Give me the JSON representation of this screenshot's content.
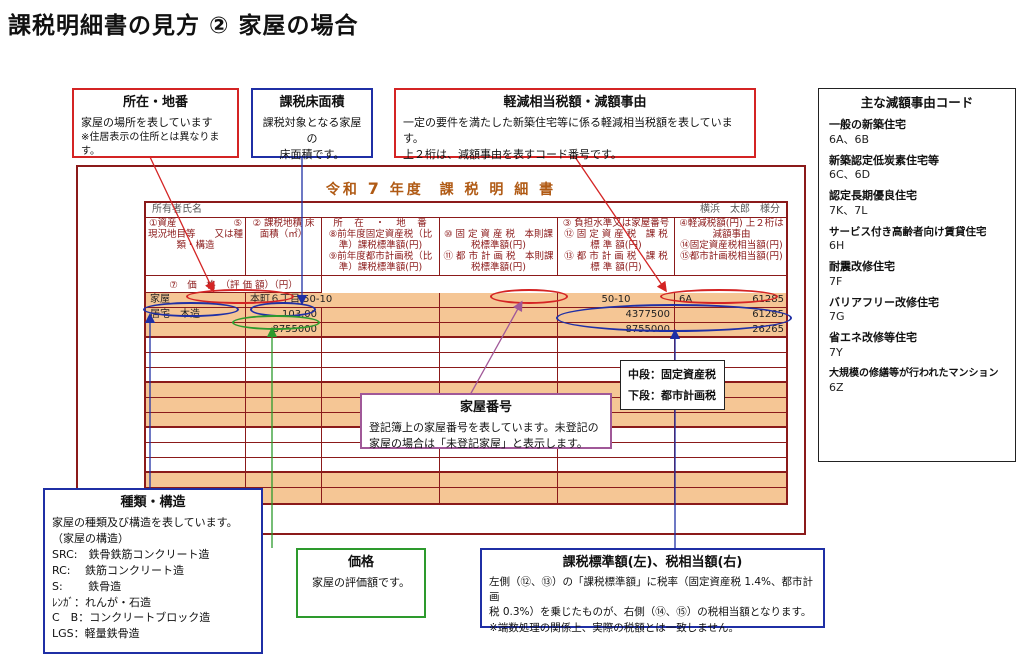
{
  "title": "課税明細書の見方 ② 家屋の場合",
  "callouts": {
    "location": {
      "title": "所在・地番",
      "text": "家屋の場所を表しています",
      "note": "※住居表示の住所とは異なります。"
    },
    "floor": {
      "title": "課税床面積",
      "line1": "課税対象となる家屋の",
      "line2": "床面積です。"
    },
    "reduction": {
      "title": "軽減相当税額・減額事由",
      "line1": "一定の要件を満たした新築住宅等に係る軽減相当税額を表しています。",
      "line2": "上２桁は、減額事由を表すコード番号です。"
    },
    "house_number": {
      "title": "家屋番号",
      "line1": "登記簿上の家屋番号を表しています。未登記の",
      "line2": "家屋の場合は「未登記家屋」と表示します。"
    },
    "layer": {
      "middle": "中段：固定資産税",
      "lower": "下段：都市計画税"
    },
    "structure": {
      "title": "種類・構造",
      "line1": "家屋の種類及び構造を表しています。",
      "line2": "（家屋の構造）",
      "items": [
        "SRC:　鉄骨鉄筋コンクリート造",
        "RC:　 鉄筋コンクリート造",
        "S:　　 鉄骨造",
        "ﾚﾝｶﾞ：れんが・石造",
        "C　B：コンクリートブロック造",
        "LGS：軽量鉄骨造"
      ]
    },
    "price": {
      "title": "価格",
      "text": "家屋の評価額です。"
    },
    "standard": {
      "title": "課税標準額(左)、税相当額(右)",
      "line1": "左側（⑫、⑬）の「課税標準額」に税率（固定資産税 1.4%、都市計画",
      "line2": "税 0.3%）を乗じたものが、右側（⑭、⑮）の税相当額となります。",
      "line3": "※端数処理の関係上、実際の税額とは一致しません。"
    }
  },
  "statement": {
    "title_parts": [
      "令和",
      "7",
      "年度",
      "課",
      "税",
      "明",
      "細",
      "書"
    ],
    "owner_label": "所有者氏名",
    "owner_name": "横浜　太郎　様分",
    "headers": {
      "c1": "①資産　　　　　　⑤ 現況地目等　　又は種類・構造",
      "c2": "② 課税地積 床面積（㎡）",
      "c3": "所　在　・　地　番",
      "c3b": "⑧前年度固定資産税（比準）課税標準額(円)",
      "c3c": "⑨前年度都市計画税（比準）課税標準額(円)",
      "c4": "⑩ 固 定 資 産 税　本則課税標準額(円)",
      "c4b": "⑪ 都 市 計 画 税　本則課税標準額(円)",
      "c5": "③ 負担水準又は家屋番号",
      "c5b": "⑫ 固 定 資 産 税　課 税 標 準 額(円)",
      "c5c": "⑬ 都 市 計 画 税　課 税 標 準 額(円)",
      "c6": "④軽減税額(円) 上２桁は減額事由",
      "c6b": "⑭固定資産税相当額(円)",
      "c6c": "⑮都市計画税相当額(円)",
      "price": "⑦　価　格　（評 価 額）（円）"
    },
    "row1": {
      "kind": "家屋",
      "address": "本町６丁目 50-10",
      "house_no": "50-10",
      "code": "6A",
      "reduction": "61285"
    },
    "row2": {
      "structure": "居宅　木造",
      "area": "103.00",
      "fixed_std": "4377500",
      "fixed_tax": "61285"
    },
    "row3": {
      "price": "8755000",
      "city_std": "8755000",
      "city_tax": "26265"
    }
  },
  "codes": {
    "title": "主な減額事由コード",
    "items": [
      {
        "name": "一般の新築住宅",
        "code": "6A、6B"
      },
      {
        "name": "新築認定低炭素住宅等",
        "code": "6C、6D"
      },
      {
        "name": "認定長期優良住宅",
        "code": "7K、7L"
      },
      {
        "name": "サービス付き高齢者向け賃貸住宅",
        "code": "6H"
      },
      {
        "name": "耐震改修住宅",
        "code": "7F"
      },
      {
        "name": "バリアフリー改修住宅",
        "code": "7G"
      },
      {
        "name": "省エネ改修等住宅",
        "code": "7Y"
      },
      {
        "name": "大規模の修繕等が行われたマンション",
        "code": "6Z"
      }
    ]
  }
}
